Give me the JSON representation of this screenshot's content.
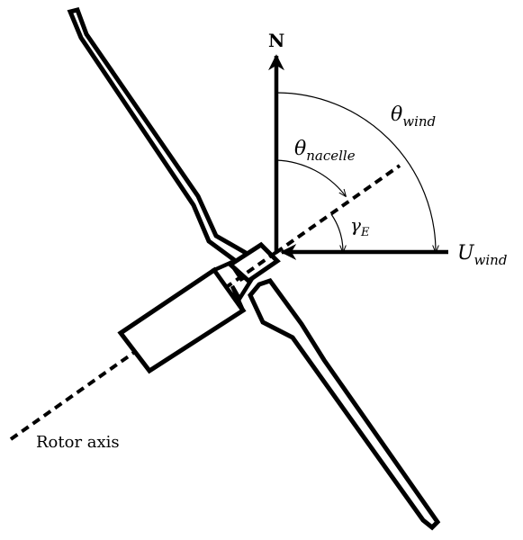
{
  "labels": {
    "north": "N",
    "theta_wind": {
      "base": "θ",
      "sub": "wind"
    },
    "theta_nacelle": {
      "base": "θ",
      "sub": "nacelle"
    },
    "gamma_e": {
      "base": "γ",
      "sub": "E"
    },
    "u_wind": {
      "base": "U",
      "sub": "wind"
    },
    "rotor_axis": "Rotor axis"
  },
  "colors": {
    "ink": "#000000",
    "background": "#ffffff"
  }
}
